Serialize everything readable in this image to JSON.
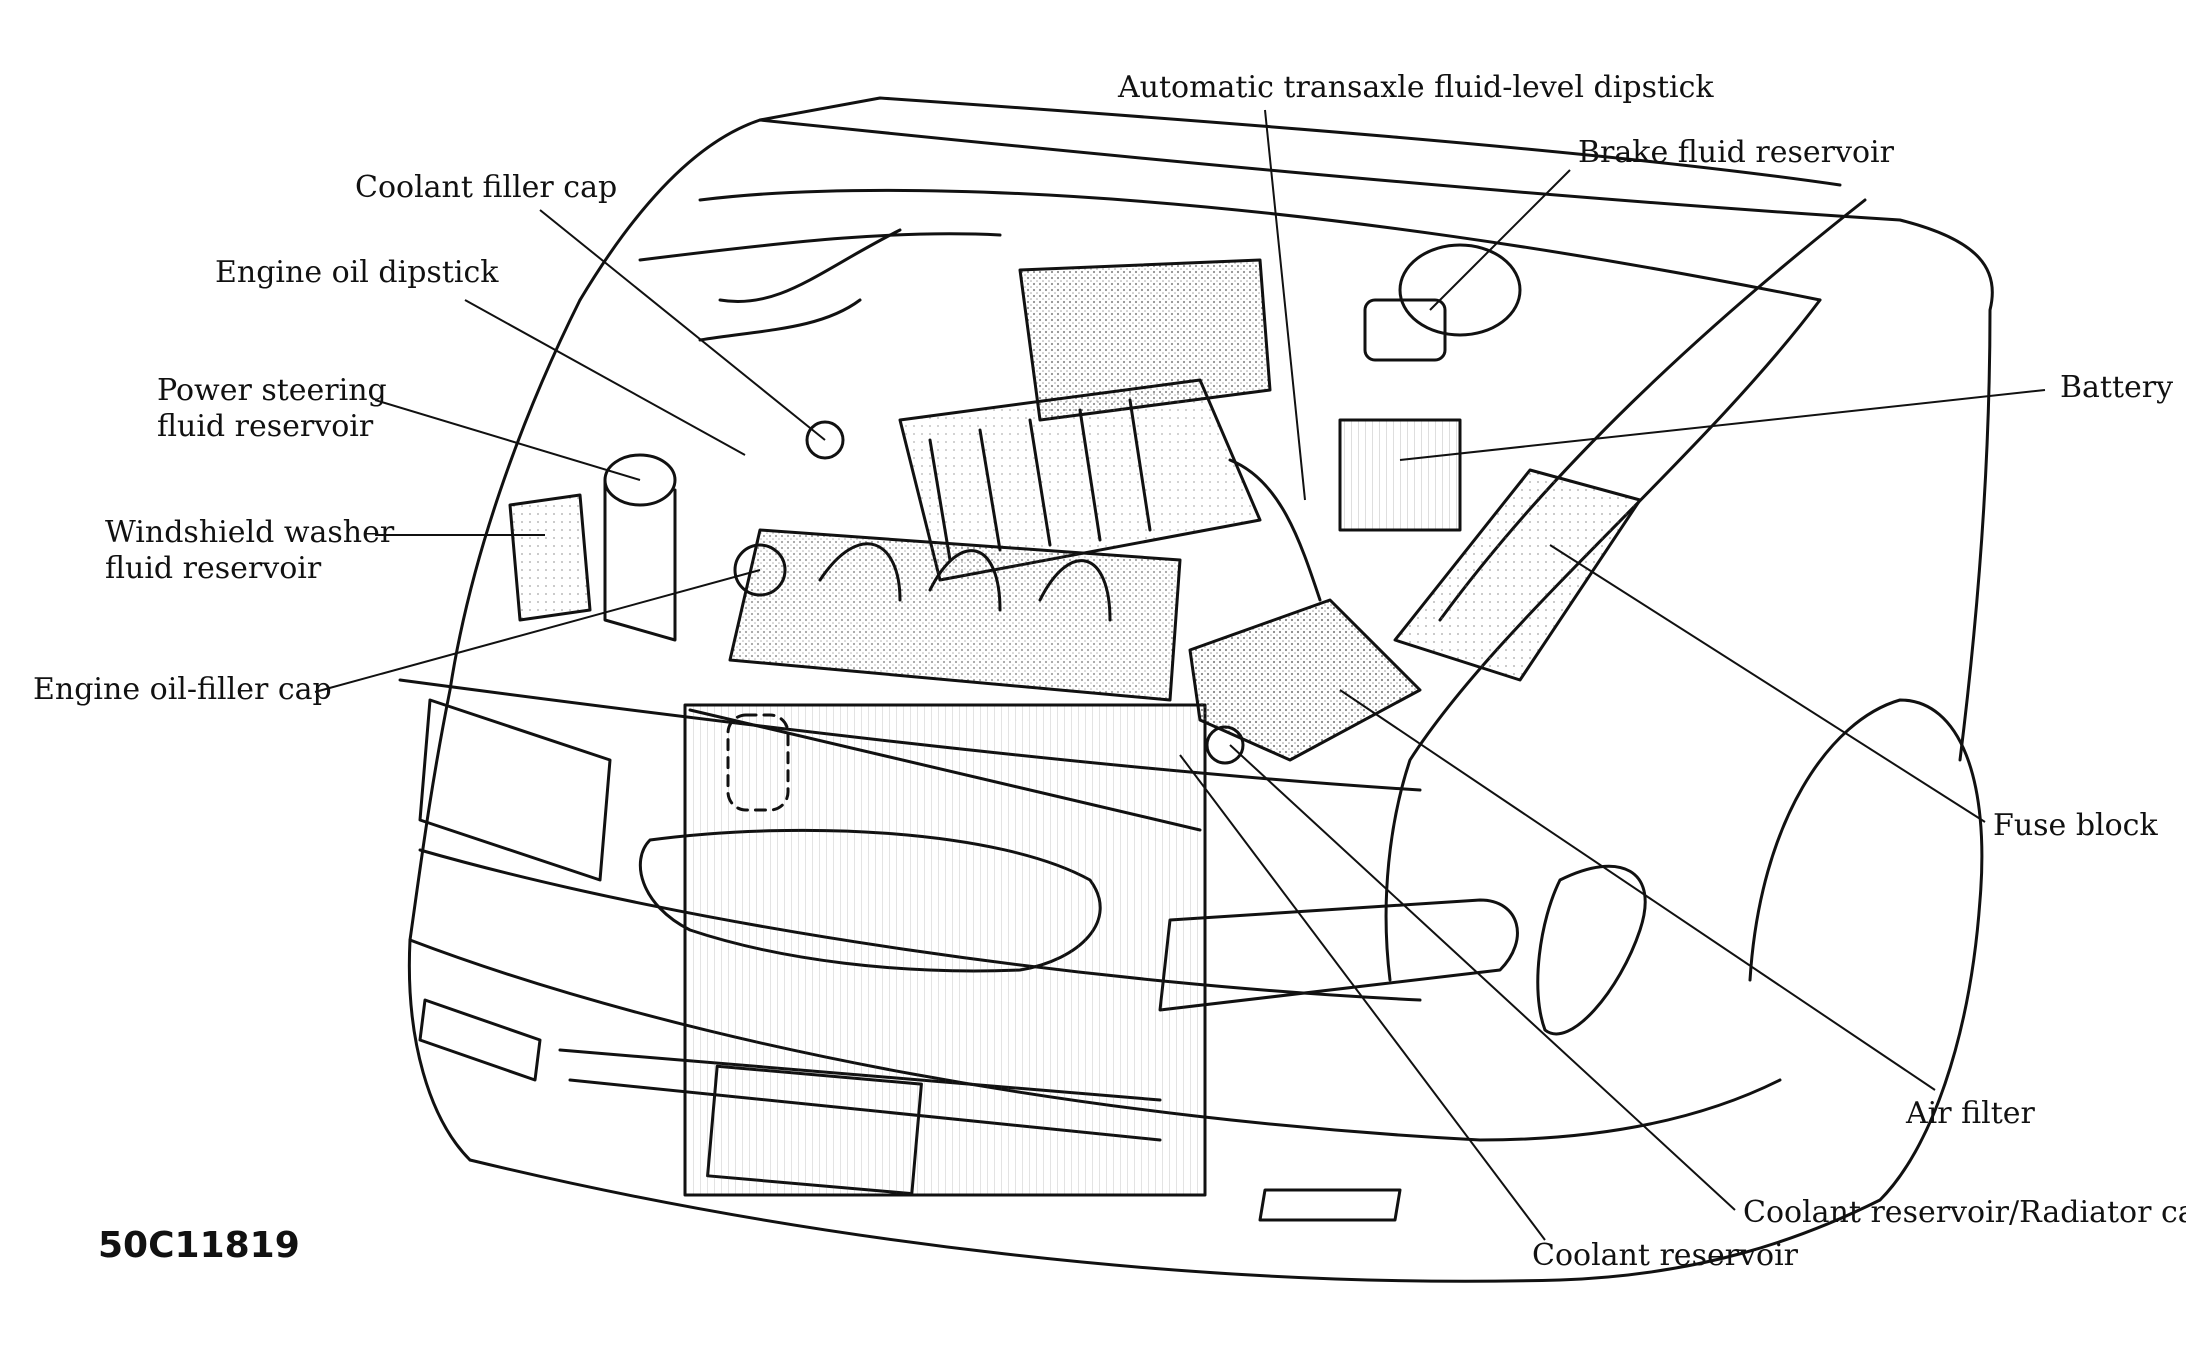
{
  "labels": {
    "automatic_transaxle_dipstick": "Automatic transaxle fluid-level dipstick",
    "brake_fluid_reservoir": "Brake fluid reservoir",
    "coolant_filler_cap": "Coolant filler cap",
    "engine_oil_dipstick": "Engine oil dipstick",
    "power_steering_reservoir": [
      "Power steering",
      "fluid reservoir"
    ],
    "washer_fluid_reservoir": [
      "Windshield washer",
      "fluid reservoir"
    ],
    "battery": "Battery",
    "engine_oil_filler_cap": "Engine oil-filler cap",
    "fuse_block": "Fuse block",
    "air_filter": "Air filter",
    "coolant_reservoir_radiator_cap": "Coolant reservoir/Radiator cap",
    "coolant_reservoir": "Coolant reservoir"
  },
  "figure_code": "50C11819"
}
